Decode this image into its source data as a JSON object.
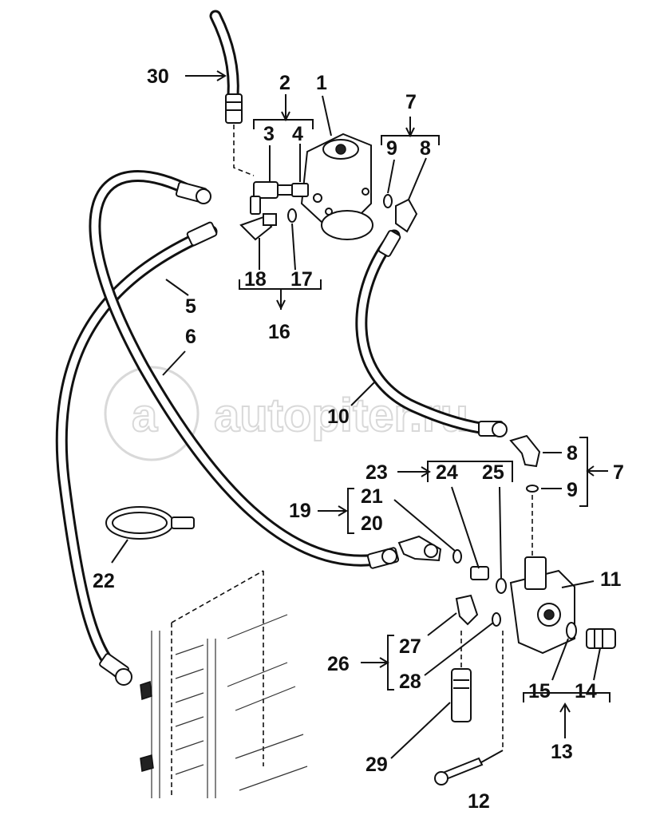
{
  "watermark": {
    "logo_text": "a",
    "site_text": "autopiter.ru"
  },
  "callouts": {
    "c1": "1",
    "c2": "2",
    "c3": "3",
    "c4": "4",
    "c5": "5",
    "c6": "6",
    "c7a": "7",
    "c7b": "7",
    "c8a": "8",
    "c8b": "8",
    "c9a": "9",
    "c9b": "9",
    "c10": "10",
    "c11": "11",
    "c12": "12",
    "c13": "13",
    "c14": "14",
    "c15": "15",
    "c16": "16",
    "c17": "17",
    "c18": "18",
    "c19": "19",
    "c20": "20",
    "c21": "21",
    "c22": "22",
    "c23": "23",
    "c24": "24",
    "c25": "25",
    "c26": "26",
    "c27": "27",
    "c28": "28",
    "c29": "29",
    "c30": "30"
  }
}
